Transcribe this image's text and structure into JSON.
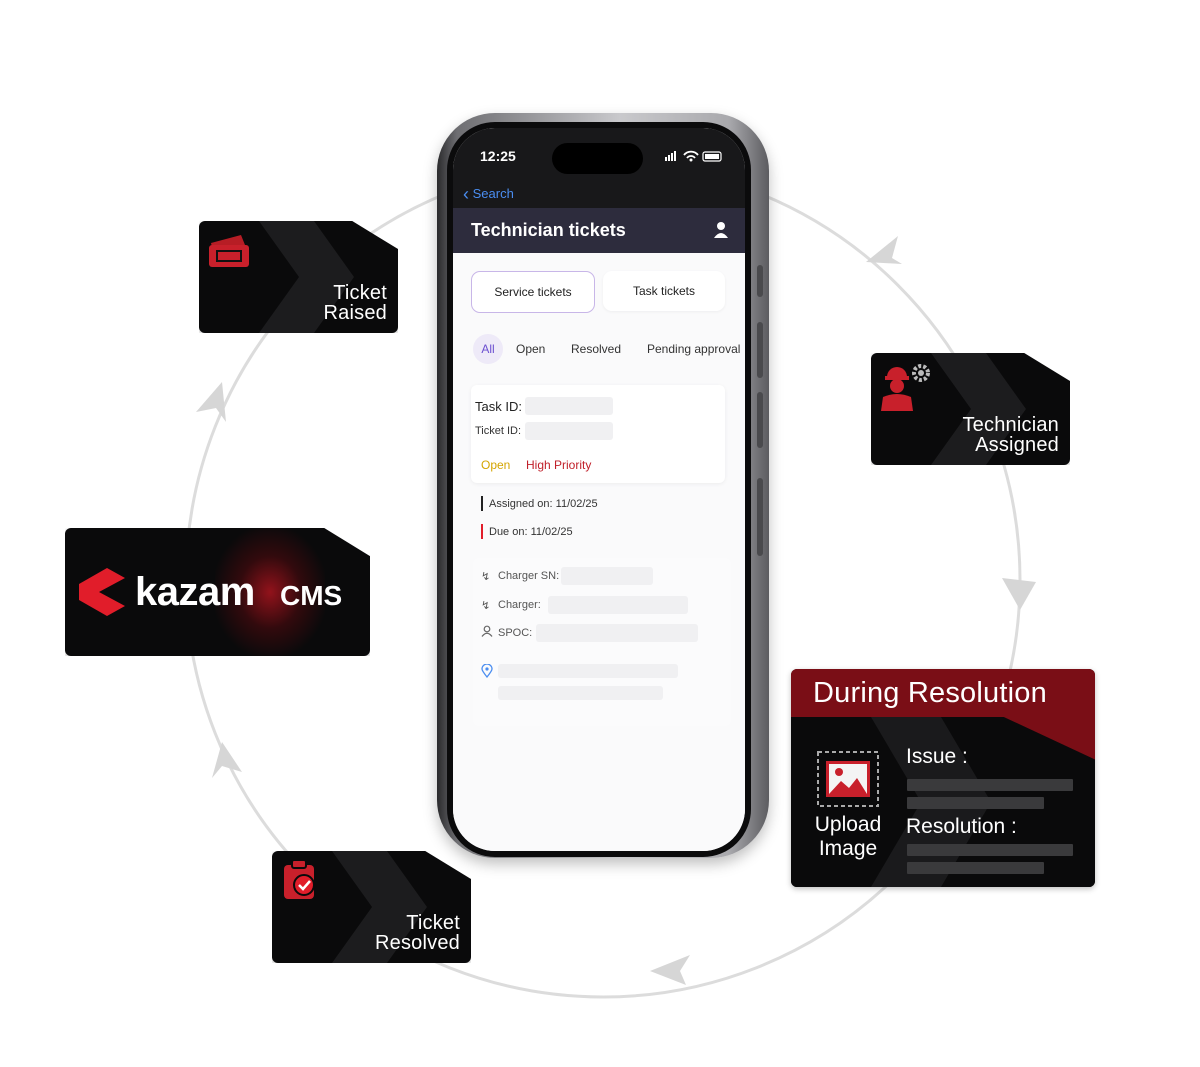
{
  "brand": {
    "logo_text": "kazam",
    "product": "CMS",
    "accent": "#e11d2a"
  },
  "workflow": {
    "ticket_raised": {
      "line1": "Ticket",
      "line2": "Raised",
      "icon": "ticket-icon"
    },
    "technician_assigned": {
      "line1": "Technician",
      "line2": "Assigned",
      "icon": "technician-gear-icon"
    },
    "during_resolution": {
      "title": "During Resolution",
      "upload_line1": "Upload",
      "upload_line2": "Image",
      "issue_label": "Issue :",
      "resolution_label": "Resolution :",
      "icon": "image-upload-icon"
    },
    "ticket_resolved": {
      "line1": "Ticket",
      "line2": "Resolved",
      "icon": "clipboard-check-icon"
    }
  },
  "phone": {
    "status": {
      "time": "12:25",
      "icons": "signal-wifi-battery"
    },
    "back_label": "Search",
    "nav_title": "Technician tickets",
    "tabs": [
      "Service tickets",
      "Task tickets"
    ],
    "filters": [
      "All",
      "Open",
      "Resolved",
      "Pending approval"
    ],
    "ticket": {
      "task_id_label": "Task ID:",
      "ticket_id_label": "Ticket ID:",
      "status": "Open",
      "priority": "High Priority",
      "assigned_on": "Assigned on: 11/02/25",
      "due_on": "Due on: 11/02/25",
      "charger_sn_label": "Charger SN:",
      "charger_label": "Charger:",
      "spoc_label": "SPOC:"
    },
    "colors": {
      "status_open": "#d4a500",
      "priority_high": "#c0202a",
      "accent": "#6b4fd0"
    }
  }
}
